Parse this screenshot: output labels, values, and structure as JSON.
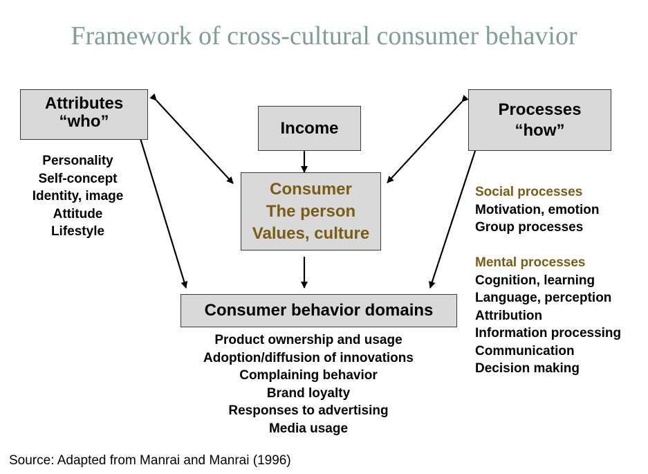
{
  "title": "Framework of cross-cultural consumer behavior",
  "attributes": {
    "line1": "Attributes",
    "line2": "“who”",
    "items": [
      "Personality",
      "Self-concept",
      "Identity, image",
      "Attitude",
      "Lifestyle"
    ]
  },
  "income": {
    "label": "Income"
  },
  "processes": {
    "line1": "Processes",
    "line2": "“how”"
  },
  "consumer": {
    "line1": "Consumer",
    "line2": "The person",
    "line3": "Values, culture"
  },
  "social": {
    "heading": "Social processes",
    "items": [
      "Motivation, emotion",
      "Group processes"
    ]
  },
  "mental": {
    "heading": "Mental processes",
    "items": [
      "Cognition, learning",
      "Language, perception",
      "Attribution",
      "Information processing",
      "Communication",
      "Decision making"
    ]
  },
  "domains": {
    "label": "Consumer behavior domains",
    "items": [
      "Product ownership and usage",
      "Adoption/diffusion of innovations",
      "Complaining behavior",
      "Brand loyalty",
      "Responses to advertising",
      "Media usage"
    ]
  },
  "source": "Source: Adapted from Manrai and Manrai (1996)",
  "colors": {
    "title": "#7f9e98",
    "box_fill": "#d9d9d9",
    "accent_brown": "#7a5c14"
  }
}
